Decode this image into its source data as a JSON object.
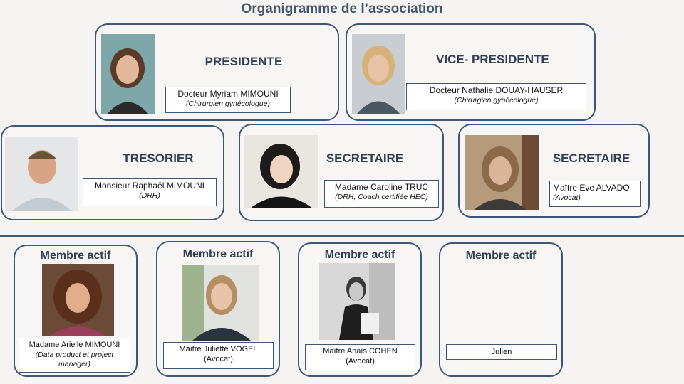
{
  "title": "Organigramme de l’association",
  "board": [
    {
      "role": "PRESIDENTE",
      "name": "Docteur Myriam MIMOUNI",
      "occupation": "(Chirurgien gynécologue)"
    },
    {
      "role": "VICE- PRESIDENTE",
      "name": "Docteur Nathalie DOUAY-HAUSER",
      "occupation": "(Chirurgien gynécologue)"
    },
    {
      "role": "TRESORIER",
      "name": "Monsieur Raphaël MIMOUNI",
      "occupation": "(DRH)"
    },
    {
      "role": "SECRETAIRE",
      "name": "Madame Caroline TRUC",
      "occupation": "(DRH, Coach certifiée HEC)"
    },
    {
      "role": "SECRETAIRE",
      "name": "Maître Eve ALVADO",
      "occupation": "(Avocat)"
    }
  ],
  "members": [
    {
      "role": "Membre actif",
      "name": "Madame Arielle MIMOUNI",
      "occupation": "(Data product et project manager)"
    },
    {
      "role": "Membre actif",
      "name": "Maître Juliette VOGEL",
      "occupation": "(Avocat)"
    },
    {
      "role": "Membre actif",
      "name": "Maître Anaïs COHEN",
      "occupation": "(Avocat)"
    },
    {
      "role": "Membre actif",
      "name": "Julien",
      "occupation": ""
    }
  ]
}
